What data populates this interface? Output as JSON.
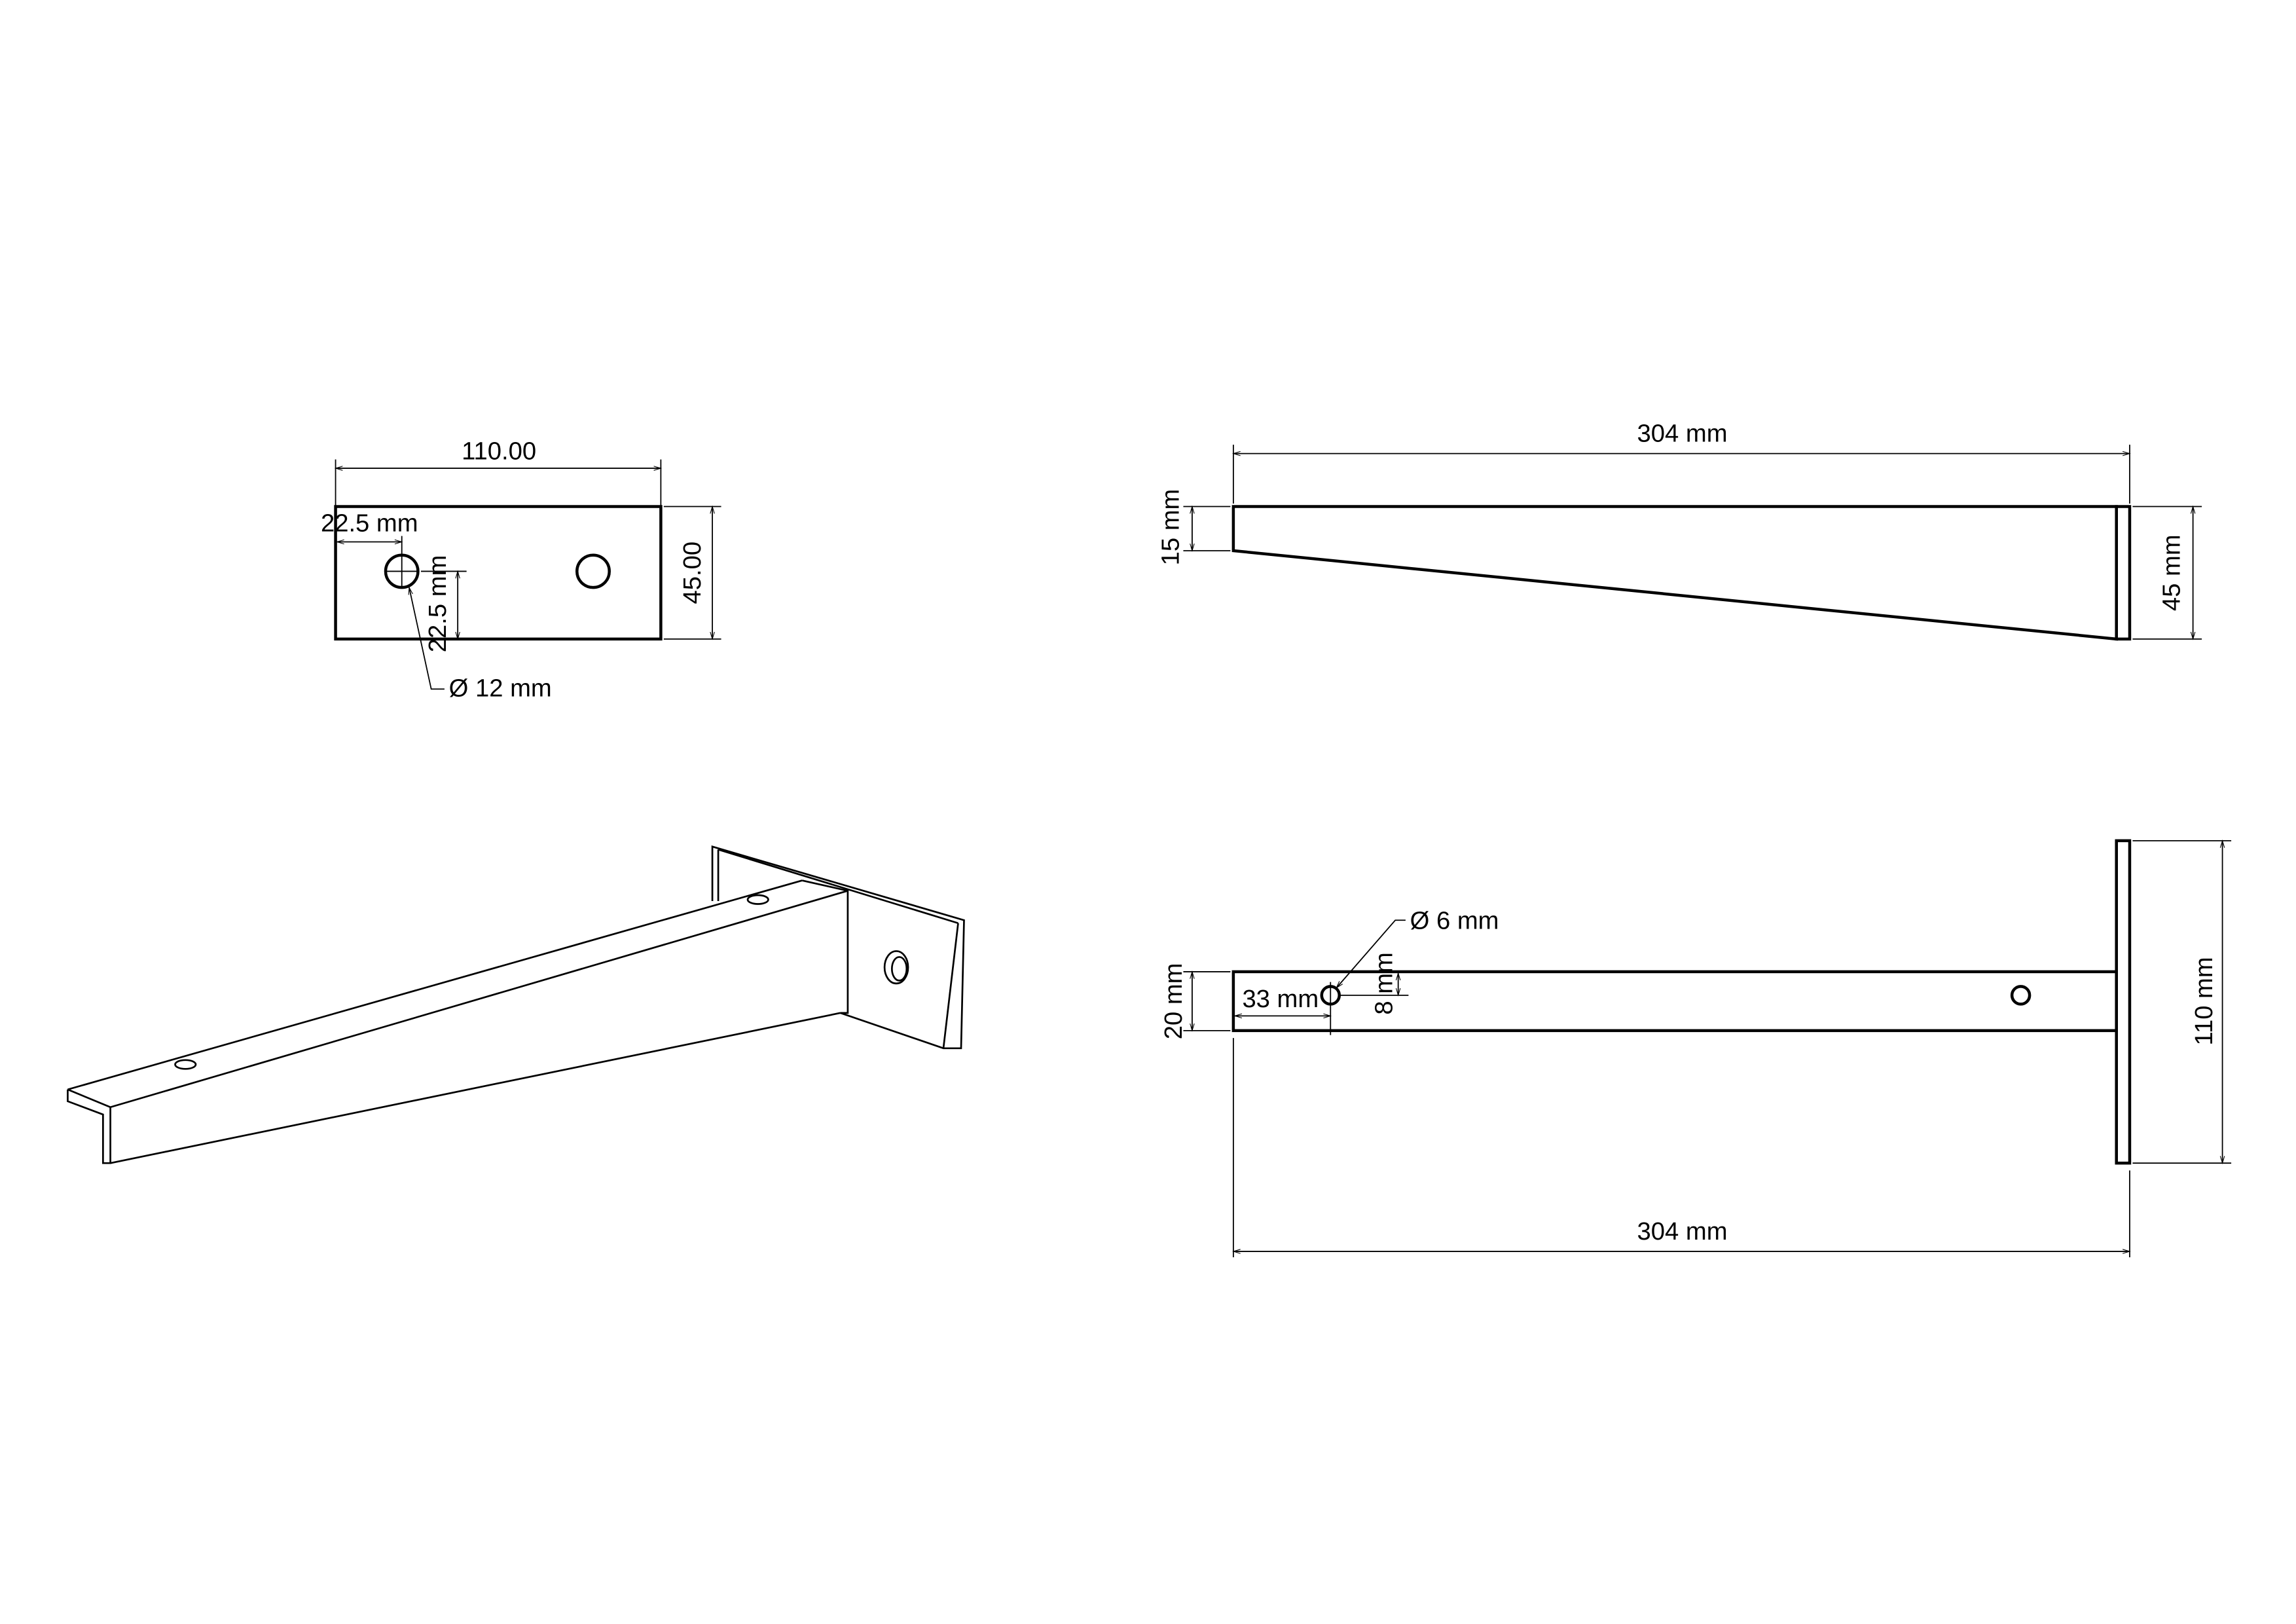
{
  "drawing": {
    "line_color": "#000000",
    "background": "#ffffff",
    "front_view": {
      "width_label": "110.00",
      "height_label": "45.00",
      "hole_x_offset_label": "22.5 mm",
      "hole_y_offset_label": "22.5 mm",
      "hole_diameter_label": "Ø 12 mm"
    },
    "top_view": {
      "length_label": "304 mm",
      "tip_height_label": "15 mm",
      "base_height_label": "45 mm"
    },
    "bottom_view": {
      "length_label": "304 mm",
      "bar_width_label": "20 mm",
      "plate_height_label": "110 mm",
      "hole_x_offset_label": "33 mm",
      "hole_y_offset_label": "8 mm",
      "hole_diameter_label": "Ø 6 mm"
    }
  }
}
